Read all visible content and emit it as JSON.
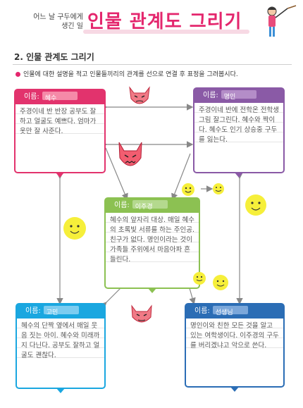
{
  "header": {
    "subtitle_line1": "어느 날 구두에게",
    "subtitle_line2": "생긴 일",
    "title": "인물 관계도 그리기"
  },
  "section": {
    "title": "2. 인물 관계도 그리기",
    "instruction": "인물에 대한 설명을 적고 인물들끼리의 관계를 선으로 연결 후 표정을 그려봅시다."
  },
  "cards": {
    "top_left": {
      "label": "이름:",
      "name": "혜수",
      "text": "주경이네 반 반장 공부도 잘하고 얼굴도 예쁘다. 엄마가 옷만 잘 사준다."
    },
    "top_right": {
      "label": "이름:",
      "name": "명인",
      "text": "주경이네 반에 전학온 전학생 그림 잘그린다. 혜수와 짝이다. 혜수도 인기 상승중 구두를 잃는다."
    },
    "center": {
      "label": "이름:",
      "name": "이주경",
      "text": "혜수의 앞자리 대상. 매일 혜수의 초록빛 서류를 하는 주인공. 친구가 없다. 명인이라는 것이 가족들 주위에서 마음아파 흔들린다."
    },
    "bottom_left": {
      "label": "이름:",
      "name": "고민",
      "text": "혜수의 단짝 옆에서 매일 웃음 짓는 아이. 혜수와 미래까지 다닌다. 공부도 잘하고 얼굴도 괜찮다."
    },
    "bottom_right": {
      "label": "이름:",
      "name": "선생님",
      "text": "명인이와 친한 모든 것을 알고 있는 여학생이다. 이주경의 구두를 버리겠냐고 악으로 쓴다."
    }
  },
  "icons": {
    "mascot": "boy-with-pointer-icon",
    "devil_face": "devil-face-icon",
    "smiley_face": "smiley-face-icon"
  },
  "colors": {
    "title_pink": "#e4266d",
    "red": "#e2336d",
    "purple": "#8a5aa6",
    "green": "#8cc152",
    "cyan": "#1aa7e0",
    "blue": "#2b6db5",
    "highlighter_yellow": "#f6ef3a"
  }
}
